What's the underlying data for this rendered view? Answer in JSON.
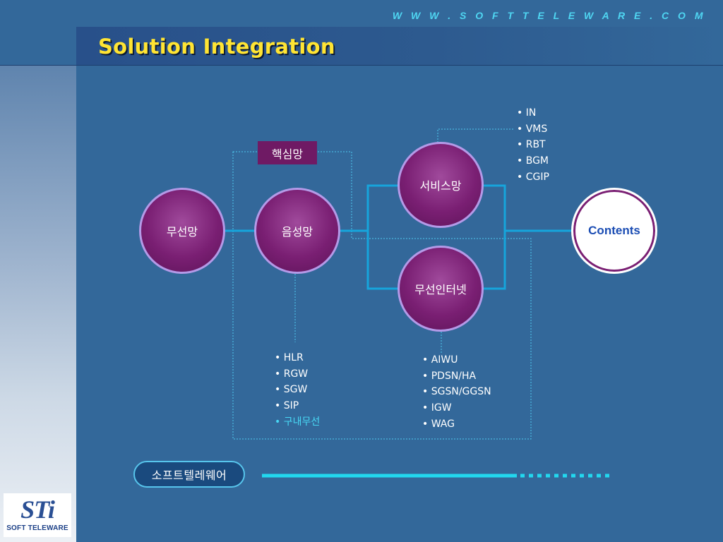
{
  "header": {
    "url": "W W W . S O F T T E L E W A R E . C O M",
    "title": "Solution Integration"
  },
  "colors": {
    "background": "#33689a",
    "title": "#ffe433",
    "node_fill": "#7a1f73",
    "node_border": "#b49ae8",
    "connector": "#16a5dc",
    "dotted": "#4fc8ee",
    "accent_cyan": "#48d9f5"
  },
  "diagram": {
    "core_label": "핵심망",
    "nodes": {
      "wireless_network": "무선망",
      "voice_network": "음성망",
      "service_network": "서비스망",
      "wireless_internet": "무선인터넷",
      "contents": "Contents"
    },
    "service_list": [
      "IN",
      "VMS",
      "RBT",
      "BGM",
      "CGIP"
    ],
    "voice_list": [
      "HLR",
      "RGW",
      "SGW",
      "SIP",
      "구내무선"
    ],
    "internet_list": [
      "AIWU",
      "PDSN/HA",
      "SGSN/GGSN",
      "IGW",
      "WAG"
    ]
  },
  "footer": {
    "software_label": "소프트텔레웨어"
  },
  "logo": {
    "mark": "STi",
    "text": "SOFT TELEWARE"
  }
}
